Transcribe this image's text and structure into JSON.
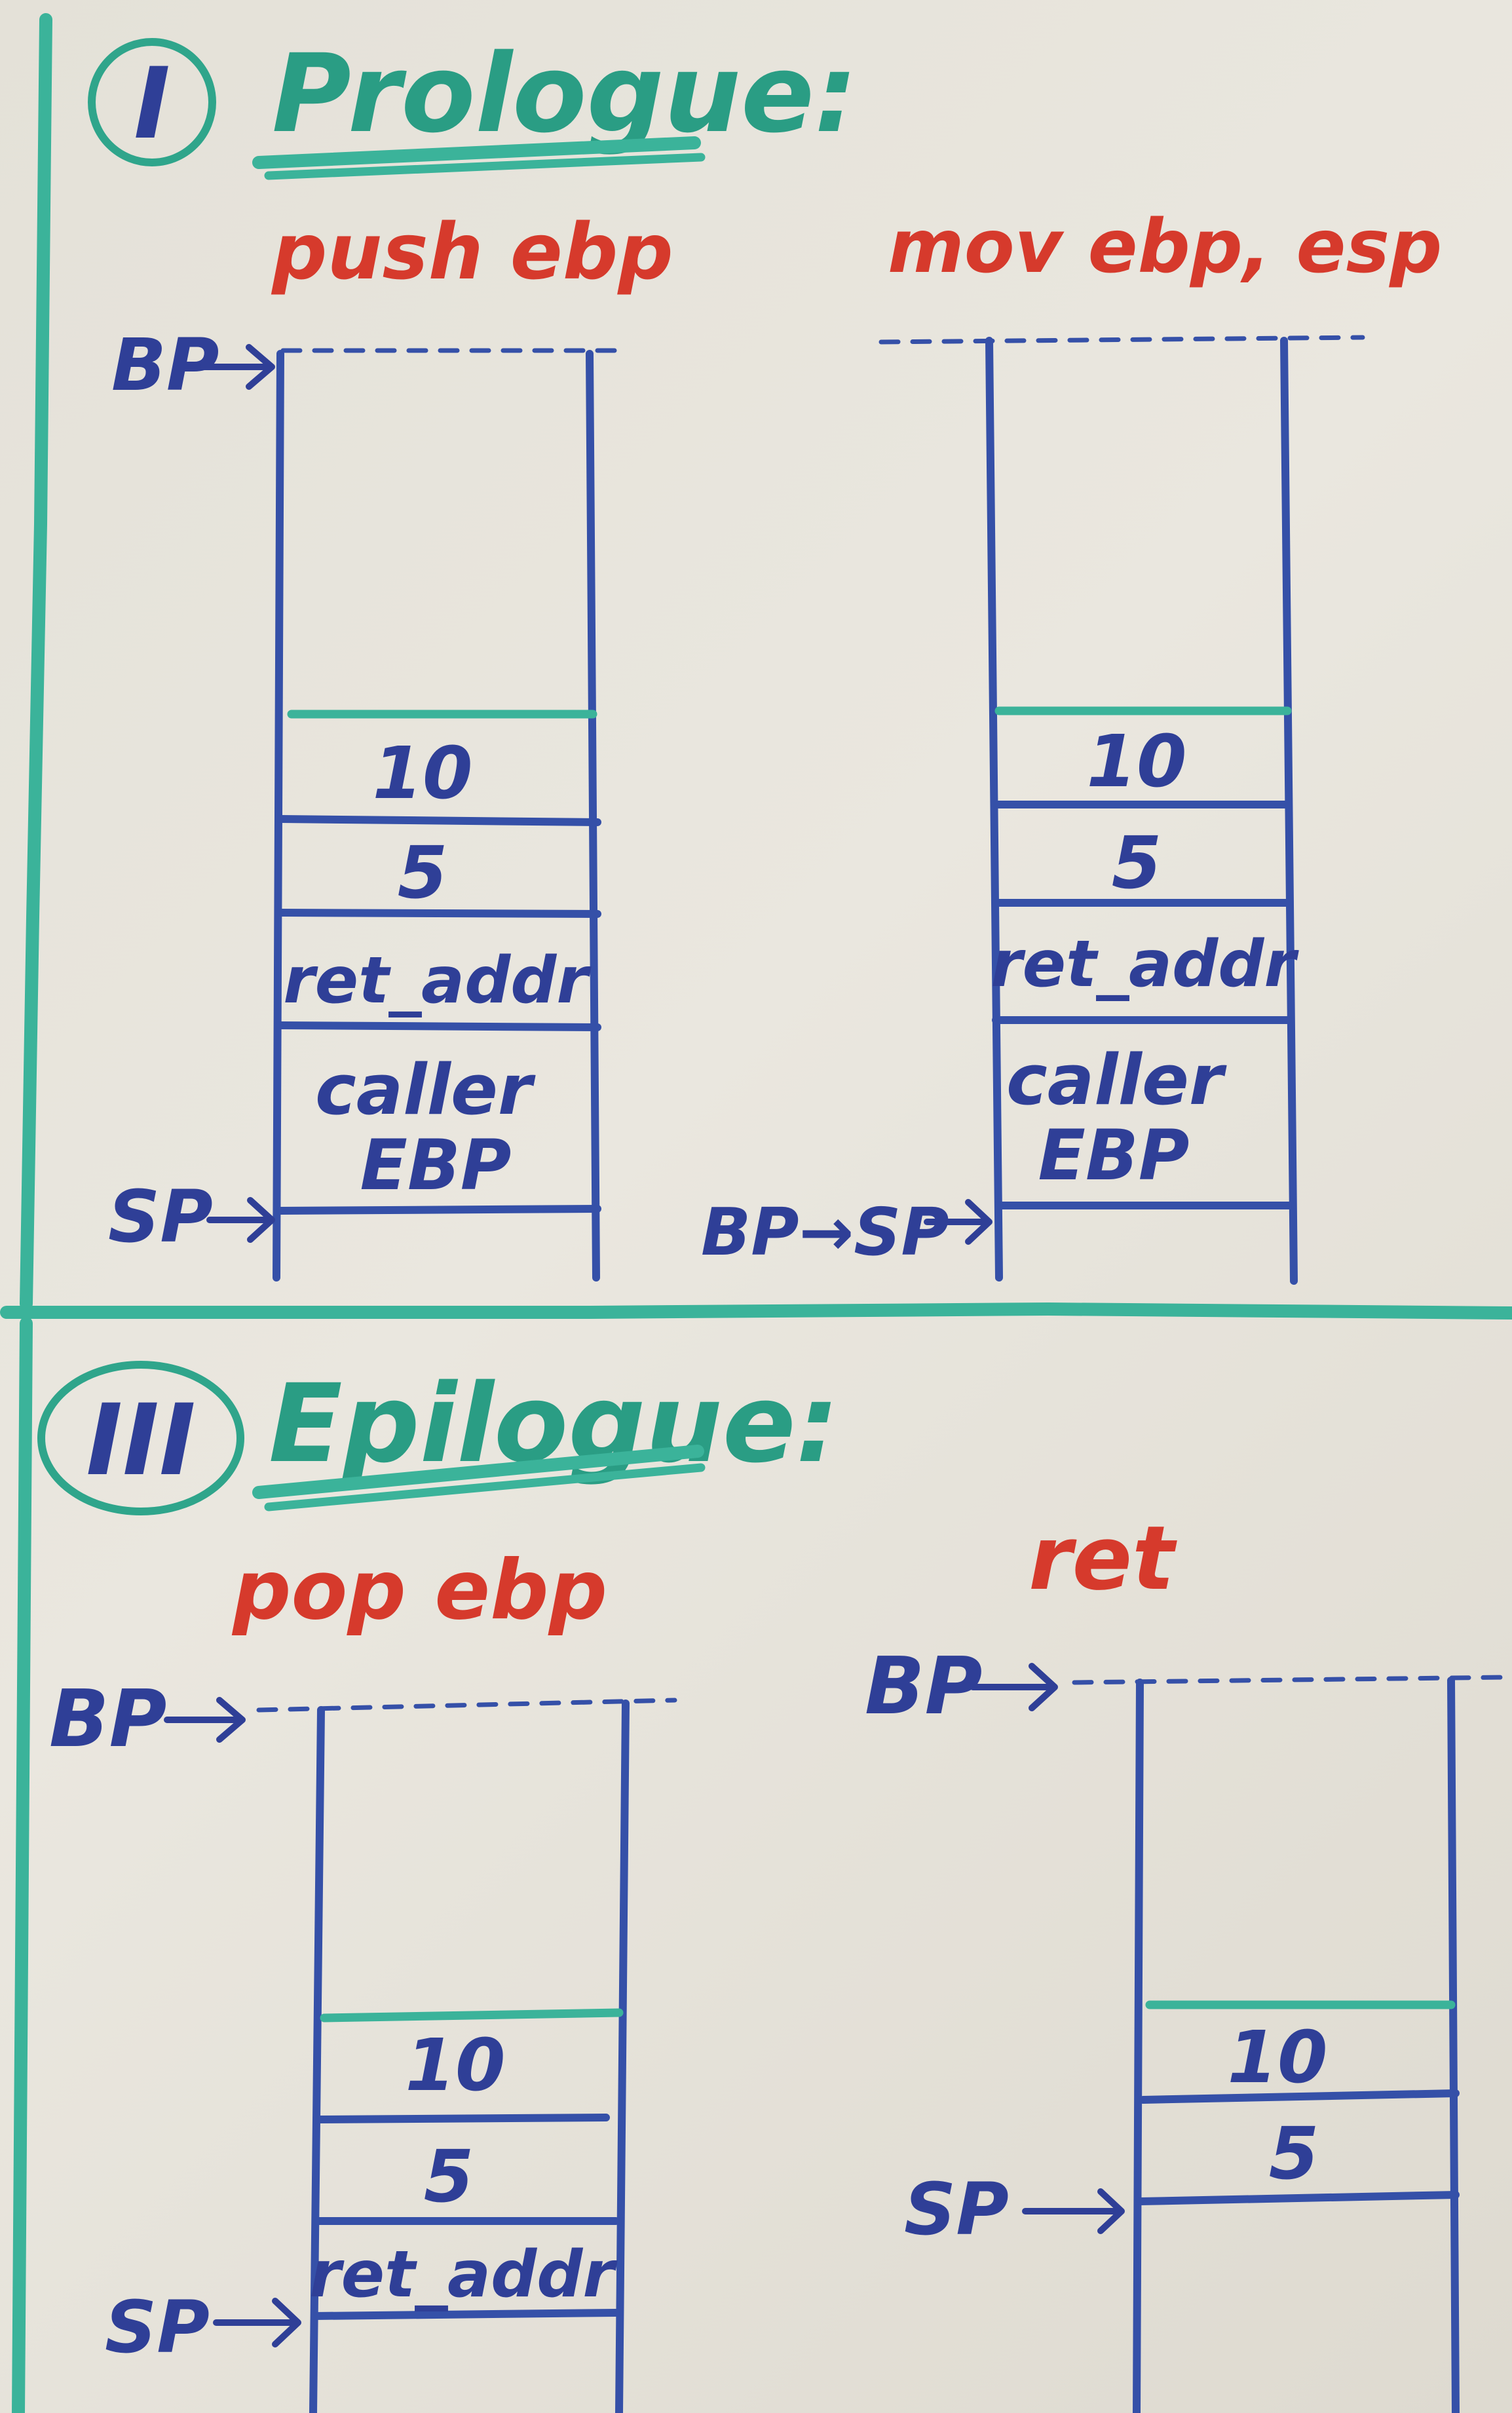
{
  "sections": [
    {
      "numeral": "I",
      "title": "Prologue:",
      "panels": [
        {
          "instruction": "push ebp",
          "cells": [
            "10",
            "5",
            "ret_addr",
            "caller EBP"
          ],
          "pointers": {
            "bp": "BP",
            "sp": "SP"
          }
        },
        {
          "instruction": "mov ebp, esp",
          "cells": [
            "10",
            "5",
            "ret_addr",
            "caller EBP"
          ],
          "pointers": {
            "combined": "BP→SP"
          }
        }
      ]
    },
    {
      "numeral": "III",
      "title": "Epilogue:",
      "panels": [
        {
          "instruction": "pop ebp",
          "cells": [
            "10",
            "5",
            "ret_addr"
          ],
          "pointers": {
            "bp": "BP",
            "sp": "SP"
          }
        },
        {
          "instruction": "ret",
          "cells": [
            "10",
            "5"
          ],
          "pointers": {
            "bp": "BP",
            "sp": "SP"
          }
        }
      ]
    }
  ],
  "colors": {
    "board": "#e6e3da",
    "marker_blue": "#3550a8",
    "marker_red": "#d63a2c",
    "marker_teal": "#3bb39a"
  }
}
